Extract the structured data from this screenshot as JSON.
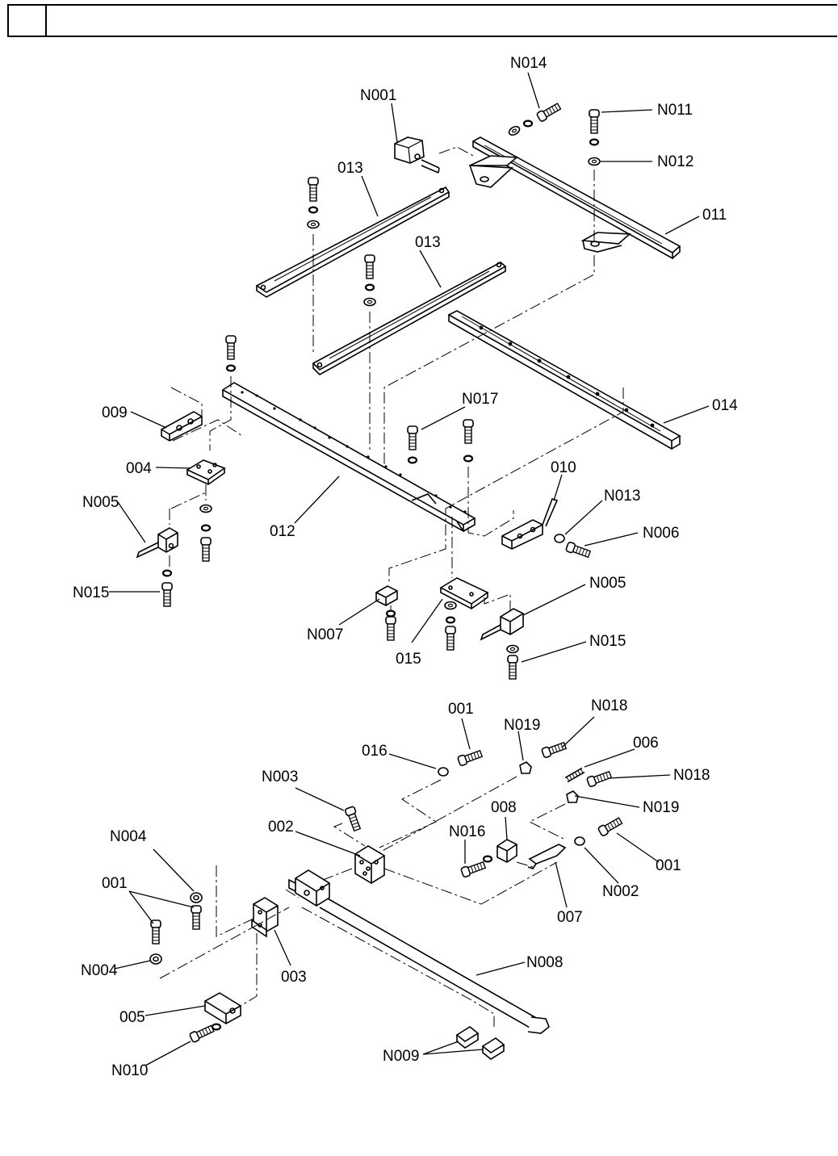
{
  "labels": {
    "N014a": "N014",
    "N001": "N001",
    "N011": "N011",
    "N012": "N012",
    "L013a": "013",
    "L013b": "013",
    "L011": "011",
    "L009": "009",
    "L014": "014",
    "N017": "N017",
    "L004": "004",
    "L010": "010",
    "N005a": "N005",
    "N013": "N013",
    "N006": "N006",
    "L012": "012",
    "N015a": "N015",
    "N005b": "N005",
    "N007": "N007",
    "L015": "015",
    "N015b": "N015",
    "L001a": "001",
    "N018a": "N018",
    "N019a": "N019",
    "L016": "016",
    "L006": "006",
    "N003": "N003",
    "N018b": "N018",
    "N019b": "N019",
    "L002": "002",
    "L008": "008",
    "N004a": "N004",
    "N016": "N016",
    "L001b": "001",
    "L001c": "001",
    "N002": "N002",
    "L007": "007",
    "N008": "N008",
    "N004b": "N004",
    "L003": "003",
    "L005": "005",
    "N010": "N010",
    "N009": "N009"
  }
}
